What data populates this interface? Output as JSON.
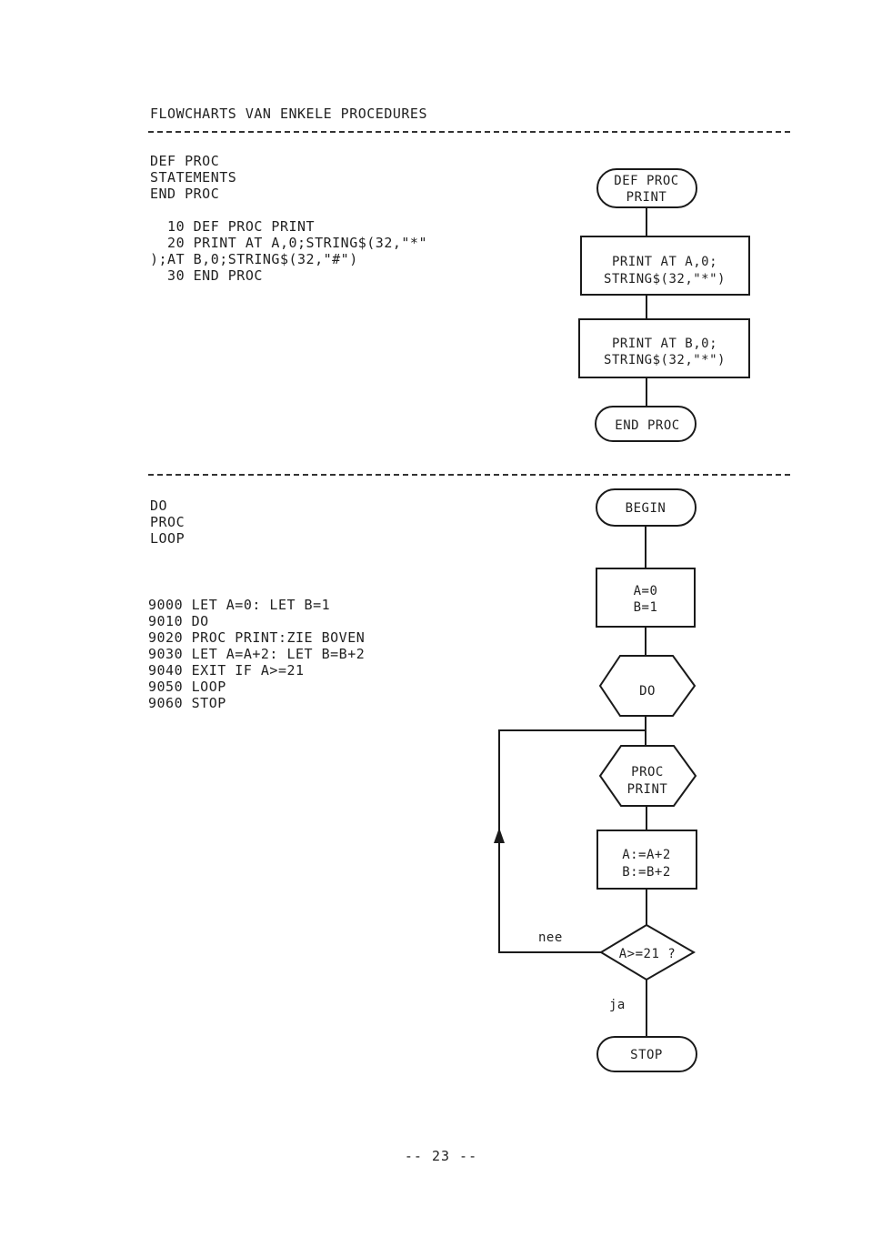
{
  "heading": "FLOWCHARTS VAN ENKELE PROCEDURES",
  "section1": {
    "syntax": [
      "DEF PROC",
      "STATEMENTS",
      "END PROC"
    ],
    "code": [
      "  10 DEF PROC PRINT",
      "  20 PRINT AT A,0;STRING$(32,\"*\"",
      ");AT B,0;STRING$(32,\"#\")",
      "  30 END PROC"
    ],
    "chart": {
      "start": [
        "DEF PROC",
        "PRINT"
      ],
      "box1": [
        "PRINT AT A,0;",
        "STRING$(32,\"*\")"
      ],
      "box2": [
        "PRINT AT B,0;",
        "STRING$(32,\"*\")"
      ],
      "end": "END PROC"
    }
  },
  "section2": {
    "syntax": [
      "DO",
      "PROC",
      "LOOP"
    ],
    "code": [
      "9000 LET A=0: LET B=1",
      "9010 DO",
      "9020 PROC PRINT:ZIE BOVEN",
      "9030 LET A=A+2: LET B=B+2",
      "9040 EXIT IF A>=21",
      "9050 LOOP",
      "9060 STOP"
    ],
    "chart": {
      "begin": "BEGIN",
      "init": [
        "A=0",
        "B=1"
      ],
      "do": "DO",
      "proc": [
        "PROC",
        "PRINT"
      ],
      "update": [
        "A:=A+2",
        "B:=B+2"
      ],
      "decision": "A>=21 ?",
      "no_label": "nee",
      "yes_label": "ja",
      "stop": "STOP"
    }
  },
  "page_number": "-- 23 --"
}
